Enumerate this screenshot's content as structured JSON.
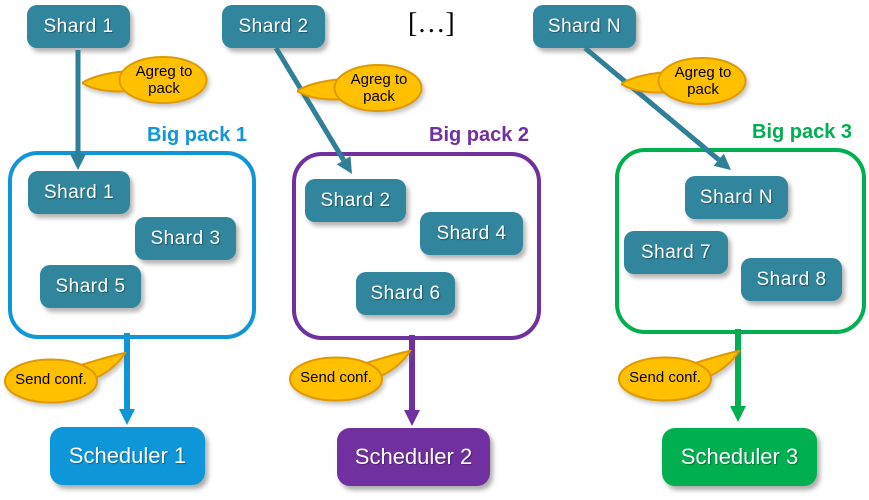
{
  "diagram": {
    "ellipsis_label": "[…]",
    "agreg_bubble_label": "Agreg to pack",
    "send_bubble_label": "Send conf.",
    "top_shards": [
      "Shard 1",
      "Shard 2",
      "Shard N"
    ],
    "packs": [
      {
        "title": "Big pack 1",
        "shards": [
          "Shard 1",
          "Shard 3",
          "Shard 5"
        ],
        "scheduler": "Scheduler 1",
        "color": "#0E96D9"
      },
      {
        "title": "Big pack 2",
        "shards": [
          "Shard 2",
          "Shard 4",
          "Shard 6"
        ],
        "scheduler": "Scheduler 2",
        "color": "#7030A0"
      },
      {
        "title": "Big pack 3",
        "shards": [
          "Shard N",
          "Shard 7",
          "Shard 8"
        ],
        "scheduler": "Scheduler 3",
        "color": "#00AF50"
      }
    ],
    "colors": {
      "shard_teal": "#31859C",
      "arrow_teal": "#2F7F96",
      "pack1_blue": "#0E96D9",
      "pack2_purple": "#7030A0",
      "pack3_green": "#00AF50",
      "bubble_fill": "#FFC000",
      "bubble_border": "#DE9A00",
      "bubble_text": "#000000"
    }
  }
}
